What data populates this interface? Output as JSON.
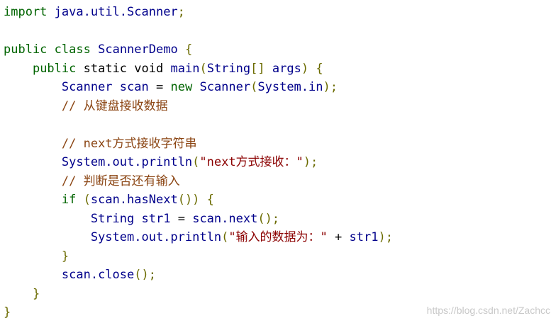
{
  "editor": {
    "colors": {
      "keyword": "#006400",
      "type": "#00008b",
      "identifier": "#00008b",
      "punct": "#6b6b00",
      "string": "#8b0000",
      "comment": "#8b4513",
      "plain": "#000000",
      "background": "#ffffff"
    },
    "lines": [
      [
        [
          "kw",
          "import"
        ],
        [
          "plain",
          " "
        ],
        [
          "ident",
          "java.util.Scanner"
        ],
        [
          "punct",
          ";"
        ]
      ],
      [],
      [
        [
          "kw",
          "public"
        ],
        [
          "plain",
          " "
        ],
        [
          "kw",
          "class"
        ],
        [
          "plain",
          " "
        ],
        [
          "type",
          "ScannerDemo"
        ],
        [
          "plain",
          " "
        ],
        [
          "brace",
          "{"
        ]
      ],
      [
        [
          "plain",
          "    "
        ],
        [
          "kw",
          "public"
        ],
        [
          "plain",
          " "
        ],
        [
          "plain",
          "static"
        ],
        [
          "plain",
          " "
        ],
        [
          "plain",
          "void"
        ],
        [
          "plain",
          " "
        ],
        [
          "ident",
          "main"
        ],
        [
          "punct",
          "("
        ],
        [
          "type",
          "String"
        ],
        [
          "punct",
          "[]"
        ],
        [
          "plain",
          " "
        ],
        [
          "ident",
          "args"
        ],
        [
          "punct",
          ")"
        ],
        [
          "plain",
          " "
        ],
        [
          "brace",
          "{"
        ]
      ],
      [
        [
          "plain",
          "        "
        ],
        [
          "type",
          "Scanner"
        ],
        [
          "plain",
          " "
        ],
        [
          "ident",
          "scan"
        ],
        [
          "plain",
          " "
        ],
        [
          "op",
          "="
        ],
        [
          "plain",
          " "
        ],
        [
          "kw",
          "new"
        ],
        [
          "plain",
          " "
        ],
        [
          "type",
          "Scanner"
        ],
        [
          "punct",
          "("
        ],
        [
          "ident",
          "System.in"
        ],
        [
          "punct",
          ");"
        ]
      ],
      [
        [
          "plain",
          "        "
        ],
        [
          "comment",
          "// 从键盘接收数据"
        ]
      ],
      [],
      [
        [
          "plain",
          "        "
        ],
        [
          "comment",
          "// next方式接收字符串"
        ]
      ],
      [
        [
          "plain",
          "        "
        ],
        [
          "ident",
          "System.out.println"
        ],
        [
          "punct",
          "("
        ],
        [
          "str",
          "\"next方式接收：\""
        ],
        [
          "punct",
          ");"
        ]
      ],
      [
        [
          "plain",
          "        "
        ],
        [
          "comment",
          "// 判断是否还有输入"
        ]
      ],
      [
        [
          "plain",
          "        "
        ],
        [
          "kw",
          "if"
        ],
        [
          "plain",
          " "
        ],
        [
          "punct",
          "("
        ],
        [
          "ident",
          "scan.hasNext"
        ],
        [
          "punct",
          "())"
        ],
        [
          "plain",
          " "
        ],
        [
          "brace",
          "{"
        ]
      ],
      [
        [
          "plain",
          "            "
        ],
        [
          "type",
          "String"
        ],
        [
          "plain",
          " "
        ],
        [
          "ident",
          "str1"
        ],
        [
          "plain",
          " "
        ],
        [
          "op",
          "="
        ],
        [
          "plain",
          " "
        ],
        [
          "ident",
          "scan.next"
        ],
        [
          "punct",
          "();"
        ]
      ],
      [
        [
          "plain",
          "            "
        ],
        [
          "ident",
          "System.out.println"
        ],
        [
          "punct",
          "("
        ],
        [
          "str",
          "\"输入的数据为：\""
        ],
        [
          "plain",
          " "
        ],
        [
          "op",
          "+"
        ],
        [
          "plain",
          " "
        ],
        [
          "ident",
          "str1"
        ],
        [
          "punct",
          ");"
        ]
      ],
      [
        [
          "plain",
          "        "
        ],
        [
          "brace",
          "}"
        ]
      ],
      [
        [
          "plain",
          "        "
        ],
        [
          "ident",
          "scan.close"
        ],
        [
          "punct",
          "();"
        ]
      ],
      [
        [
          "plain",
          "    "
        ],
        [
          "brace",
          "}"
        ]
      ],
      [
        [
          "brace",
          "}"
        ]
      ]
    ]
  },
  "watermark": {
    "text": "https://blog.csdn.net/Zachcc"
  }
}
